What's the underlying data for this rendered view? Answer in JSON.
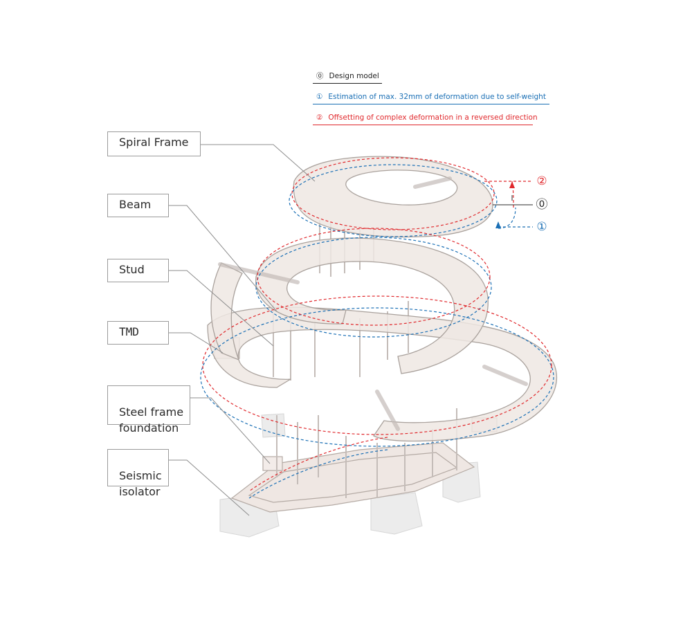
{
  "legend": [
    {
      "marker": "⓪",
      "text": "Design model",
      "color": "#222222"
    },
    {
      "marker": "①",
      "text": "Estimation of max. 32mm of deformation due to self-weight",
      "color": "#1a6fb5"
    },
    {
      "marker": "②",
      "text": "Offsetting of complex deformation in a reversed direction",
      "color": "#e0282c"
    }
  ],
  "callouts": [
    {
      "label": "Spiral Frame"
    },
    {
      "label": "Beam"
    },
    {
      "label": "Stud"
    },
    {
      "label": "TMD"
    },
    {
      "label": "Steel frame\nfoundation"
    },
    {
      "label": "Seismic\nisolator"
    }
  ],
  "markers": {
    "design": "⓪",
    "self_weight": "①",
    "offset": "②"
  },
  "colors": {
    "design": "#2b2b2b",
    "self_weight": "#1a6fb5",
    "offset": "#e0282c",
    "structure_fill": "#efe7e3",
    "structure_stroke": "#a9a19c",
    "pier": "#e9e9e9"
  }
}
